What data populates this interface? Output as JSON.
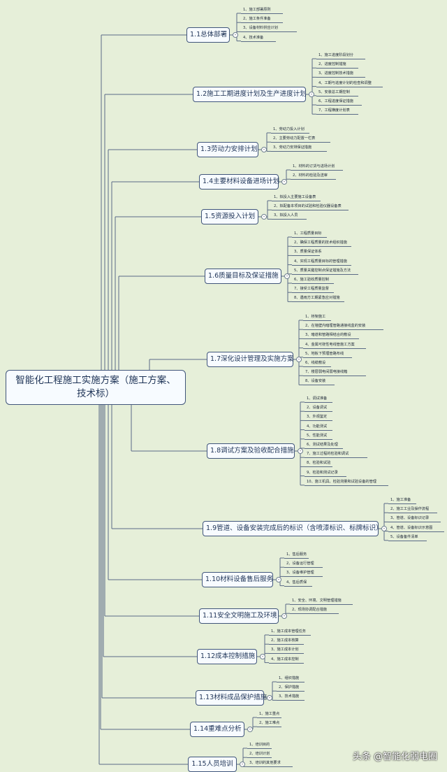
{
  "root": {
    "label": "智能化工程施工实施方案（施工方案、技术标）"
  },
  "topics": [
    {
      "label": "1.1总体部署",
      "items": [
        "1、施工部署原则",
        "2、施工条件准备",
        "3、设备材料供应计划",
        "4、技术准备"
      ]
    },
    {
      "label": "1.2施工工期进度计划及生产进度计划",
      "items": [
        "1、施工进度阶段划分",
        "2、进度控制措施",
        "3、进度控制技术措施",
        "4、工期与进度计划的检查和调整",
        "5、安装总工期控制",
        "6、工程进度保证措施",
        "7、工程横度计划表"
      ]
    },
    {
      "label": "1.3劳动力安排计划",
      "items": [
        "1、劳动力投入计划",
        "2、主要劳动力配置一栏表",
        "3、劳动力安排保证措施"
      ]
    },
    {
      "label": "1.4主要材料设备进场计划",
      "items": [
        "1、材料的订货与进场计划",
        "2、材料的检验及送审"
      ]
    },
    {
      "label": "1.5资源投入计划",
      "items": [
        "1、拟投入主要施工设备表",
        "2、拟配备本项目的试验和检验仪器设备表",
        "3、拟投入人员"
      ]
    },
    {
      "label": "1.6质量目标及保证措施",
      "items": [
        "1、工程质量目标",
        "2、确保工程质量的技术组织措施",
        "3、质量保证体系",
        "4、实现工程质量目标的管理措施",
        "5、质量关键控制点保证措施及方法",
        "6、施工验收质量控制",
        "7、接受工程质量监督",
        "8、遇雨方工期紧急应对措施"
      ]
    },
    {
      "label": "1.7深化设计管理及实施方案",
      "items": [
        "1、桥架施工",
        "2、在墙壁内暗埋管路通接线盒的安装",
        "3、暗道和管路相结合的敷设",
        "4、金属可挠性电线管施工方案",
        "5、地板下预埋管路布线",
        "6、线缆敷设",
        "7、楼层弱电间弱电接线箱",
        "8、设备安装"
      ]
    },
    {
      "label": "1.8调试方案及验收配合措施",
      "items": [
        "1、调试准备",
        "2、设备调试",
        "3、外观鉴定",
        "4、功能测试",
        "5、性能测试",
        "6、测试结果及处理",
        "7、施工过程的检验和调试",
        "8、检验和试验",
        "9、检验和测试记录",
        "10、施工机具、检验测量和试验设备的管理"
      ]
    },
    {
      "label": "1.9管道、设备安装完成后的标识（含喷漆标识、标牌标识）",
      "items": [
        "1、施工准备",
        "2、施工工业及操作流程",
        "3、管道、设备标识记录",
        "4、管道、设备标识示意图",
        "5、设备备件清单"
      ]
    },
    {
      "label": "1.10材料设备售后服务",
      "items": [
        "1、售后服务",
        "2、设备运行管理",
        "3、设备维护管理",
        "4、售后质保"
      ]
    },
    {
      "label": "1.11安全文明施工及环境",
      "items": [
        "1、安全、环境、文明管理措施",
        "2、现场协调配合措施"
      ]
    },
    {
      "label": "1.12成本控制措施",
      "items": [
        "1、施工成本管理任务",
        "2、施工成本核算",
        "3、施工成本计划",
        "4、施工成本控制"
      ]
    },
    {
      "label": "1.13材料成品保护措施",
      "items": [
        "1、组织措施",
        "2、保护措施",
        "3、技术措施"
      ]
    },
    {
      "label": "1.14重难点分析",
      "items": [
        "1、施工重点",
        "2、施工难点"
      ]
    },
    {
      "label": "1.15人员培训",
      "items": [
        "1、培训目的",
        "2、培训计划",
        "3、培训的其他要求"
      ]
    }
  ],
  "watermark": "头条 @智能化弱电圈",
  "colors": {
    "background": "#e6efd9",
    "line": "#5a6a86",
    "box_border": "#40557a",
    "text": "#1e3356"
  }
}
